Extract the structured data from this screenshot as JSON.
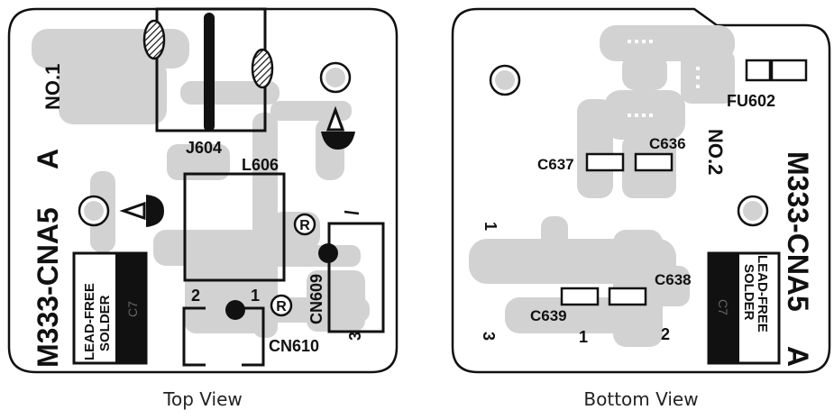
{
  "top_view": {
    "caption": "Top View",
    "labels": {
      "no": "NO.1",
      "model": "M333-CNA5",
      "rev": "A",
      "j604": "J604",
      "l606": "L606",
      "cn609": "CN609",
      "cn610": "CN610",
      "pin_cn610_2": "2",
      "pin_cn610_1": "1",
      "pin_cn609_1": "1",
      "pin_cn609_3": "3",
      "lead_free_1": "LEAD-FREE",
      "lead_free_2": "SOLDER",
      "c7": "C7",
      "registered": "R"
    }
  },
  "bottom_view": {
    "caption": "Bottom View",
    "labels": {
      "no": "NO.2",
      "model": "M333-CNA5",
      "rev": "A",
      "fu602": "FU602",
      "c636": "C636",
      "c637": "C637",
      "c638": "C638",
      "c639": "C639",
      "pin_1_left": "1",
      "pin_3": "3",
      "pin_1": "1",
      "pin_2": "2",
      "lead_free_1": "LEAD-FREE",
      "lead_free_2": "SOLDER",
      "c7": "C7"
    }
  },
  "colors": {
    "trace": "#d2d2d2",
    "outline": "#111111",
    "background": "#ffffff"
  }
}
